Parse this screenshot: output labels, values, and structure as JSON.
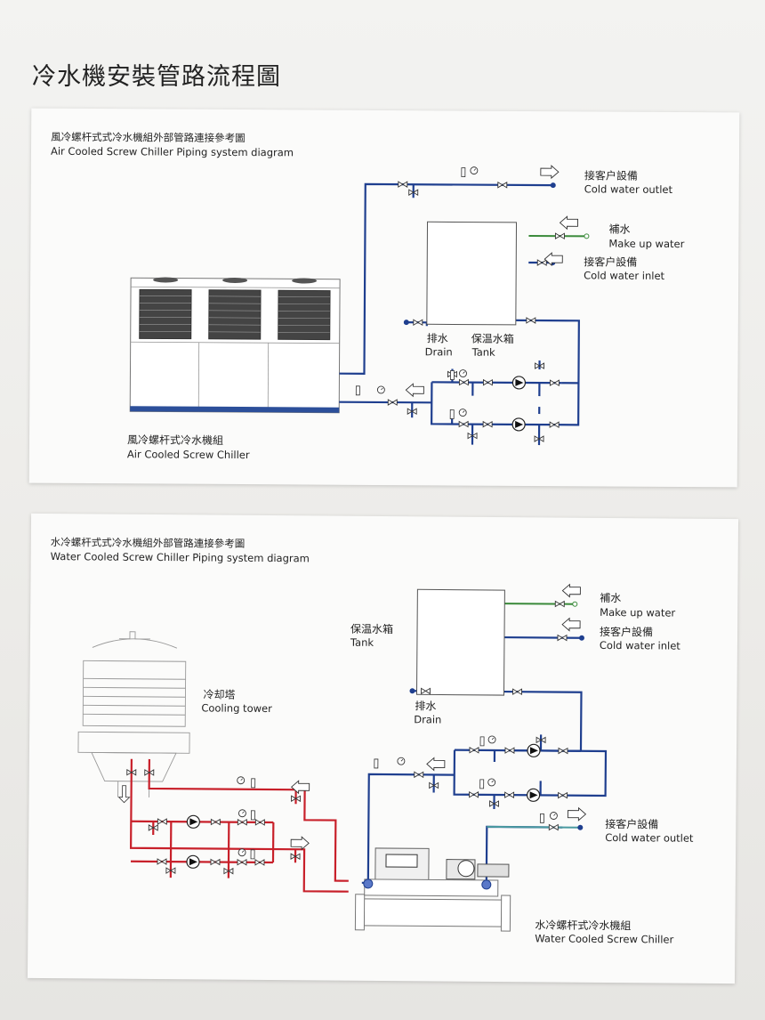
{
  "page_title": "冷水機安裝管路流程圖",
  "air_cooled": {
    "header_cn": "風冷螺杆式式冷水機組外部管路連接參考圖",
    "header_en": "Air Cooled Screw Chiller Piping system diagram",
    "customer_outlet_cn": "接客户設備",
    "customer_outlet_en": "Cold water outlet",
    "makeup_cn": "補水",
    "makeup_en": "Make up water",
    "customer_inlet_cn": "接客户設備",
    "customer_inlet_en": "Cold water inlet",
    "drain_cn": "排水",
    "drain_en": "Drain",
    "tank_cn": "保温水箱",
    "tank_en": "Tank",
    "chiller_cn": "風冷螺杆式冷水機組",
    "chiller_en": "Air Cooled Screw Chiller"
  },
  "water_cooled": {
    "header_cn": "水冷螺杆式式冷水機組外部管路連接參考圖",
    "header_en": "Water Cooled Screw Chiller Piping system diagram",
    "tank_cn": "保温水箱",
    "tank_en": "Tank",
    "makeup_cn": "補水",
    "makeup_en": "Make up water",
    "customer_inlet_cn": "接客户設備",
    "customer_inlet_en": "Cold water inlet",
    "tower_cn": "冷却塔",
    "tower_en": "Cooling tower",
    "drain_cn": "排水",
    "drain_en": "Drain",
    "customer_outlet_cn": "接客户設備",
    "customer_outlet_en": "Cold water outlet",
    "chiller_cn": "水冷螺杆式冷水機組",
    "chiller_en": "Water Cooled Screw Chiller"
  },
  "colors": {
    "chilled_pipe": "#1f3f8f",
    "condenser_pipe": "#c8202a",
    "makeup_pipe": "#3a8a3a",
    "outlet_pipe": "#4a9aa0"
  }
}
